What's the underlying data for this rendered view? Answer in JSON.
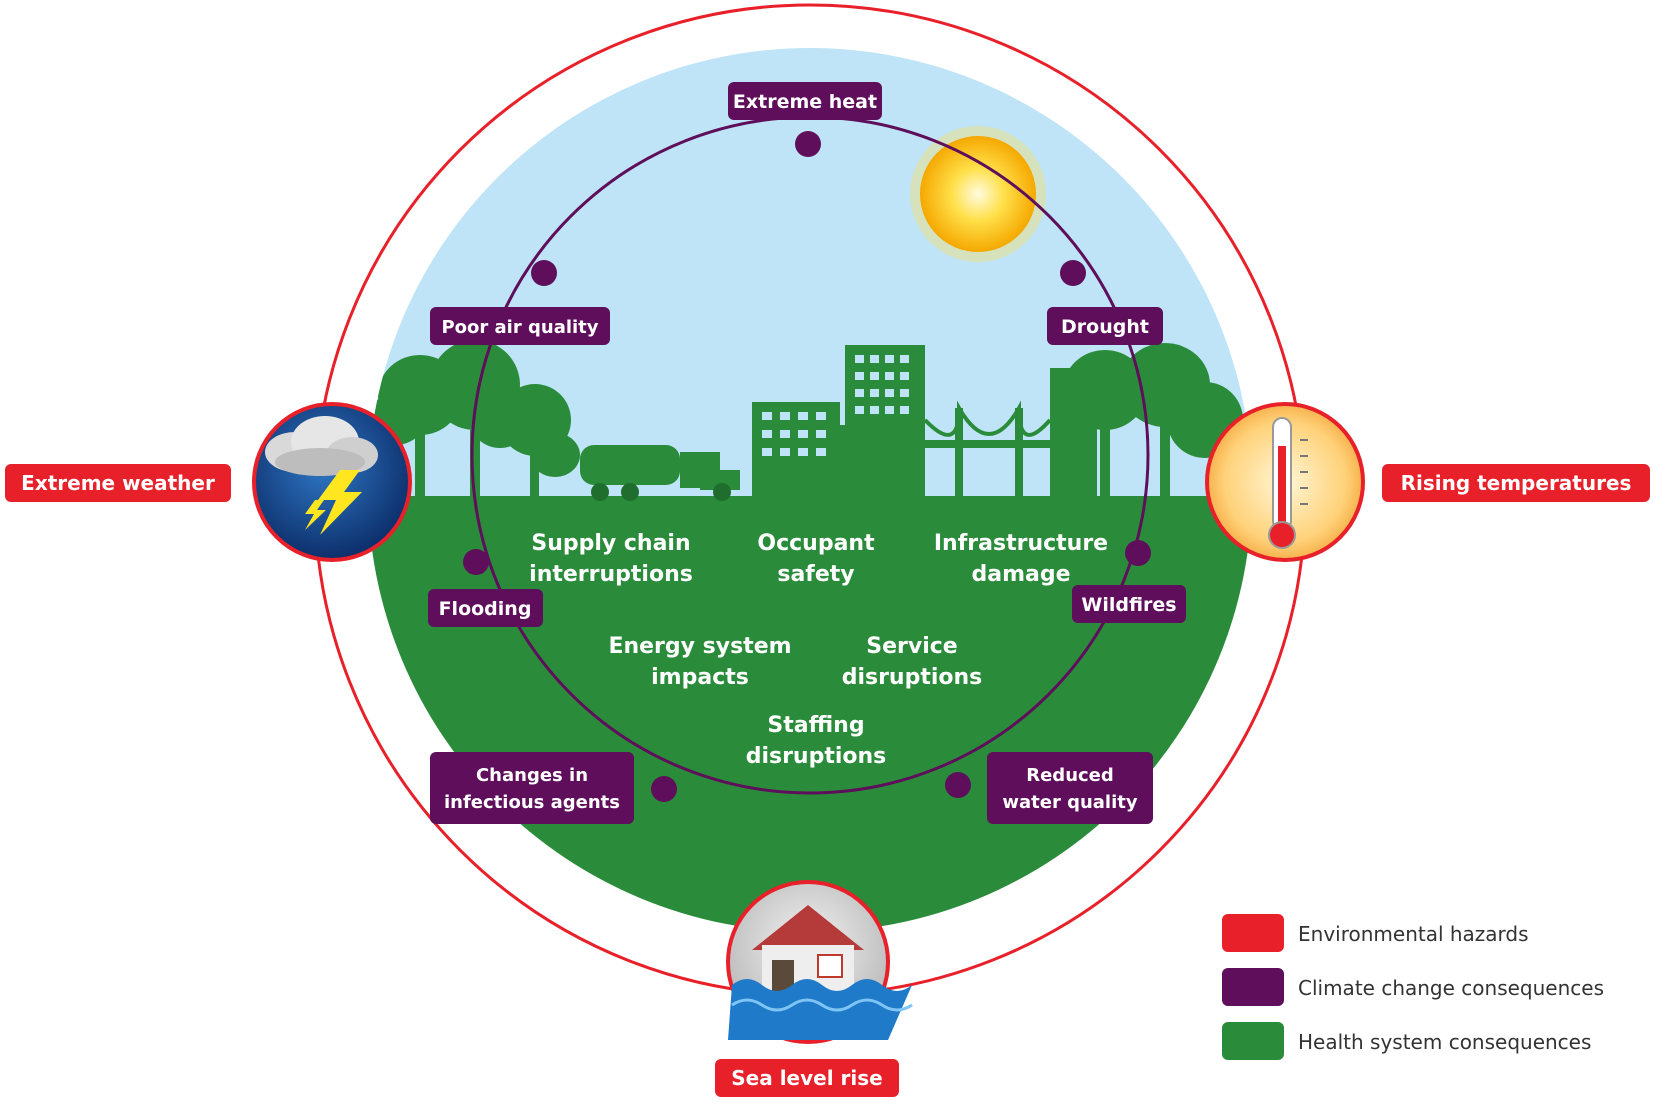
{
  "environmental_hazards": {
    "extreme_weather": "Extreme weather",
    "rising_temperatures": "Rising temperatures",
    "sea_level_rise": "Sea level rise"
  },
  "climate_consequences": {
    "extreme_heat": "Extreme heat",
    "drought": "Drought",
    "wildfires": "Wildfires",
    "reduced_water_quality": [
      "Reduced",
      "water quality"
    ],
    "changes_infectious_agents": [
      "Changes in",
      "infectious agents"
    ],
    "flooding": "Flooding",
    "poor_air_quality": "Poor air quality"
  },
  "health_consequences": {
    "supply_chain": [
      "Supply chain",
      "interruptions"
    ],
    "occupant_safety": [
      "Occupant",
      "safety"
    ],
    "infrastructure": [
      "Infrastructure",
      "damage"
    ],
    "energy_system": [
      "Energy system",
      "impacts"
    ],
    "service": [
      "Service",
      "disruptions"
    ],
    "staffing": [
      "Staffing",
      "disruptions"
    ]
  },
  "legend": [
    {
      "label": "Environmental hazards",
      "color": "#e8202a"
    },
    {
      "label": "Climate change consequences",
      "color": "#5e0e5a"
    },
    {
      "label": "Health system consequences",
      "color": "#2a8c3a"
    }
  ],
  "colors": {
    "hazard": "#e8202a",
    "consequence": "#5e0e5a",
    "health": "#2a8c3a",
    "sky": "#bfe4f7",
    "city": "#2a8c3a"
  },
  "icons": {
    "extreme_weather": "storm-cloud-lightning-icon",
    "rising_temperatures": "thermometer-icon",
    "sea_level_rise": "flooded-house-icon",
    "sun": "sun-icon"
  }
}
